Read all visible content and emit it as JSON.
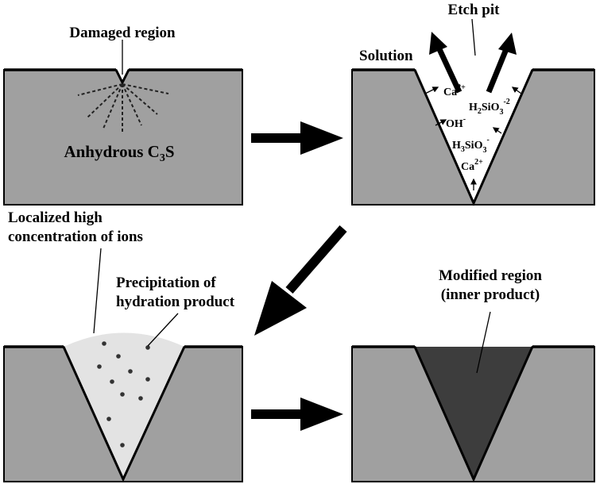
{
  "labels": {
    "damaged_region": "Damaged region",
    "anhydrous": {
      "prefix": "Anhydrous C",
      "sub1": "3",
      "suffix": "S"
    },
    "etch_pit": "Etch pit",
    "solution": "Solution",
    "localized_line1": "Localized high",
    "localized_line2": "concentration of ions",
    "precip_line1": "Precipitation of",
    "precip_line2": "hydration product",
    "modified_line1": "Modified region",
    "modified_line2": "(inner product)"
  },
  "ions": {
    "ca_top": {
      "base": "Ca",
      "sup": "2+"
    },
    "h2sio3": {
      "p1": "H",
      "s1": "2",
      "p2": "SiO",
      "s2": "3",
      "sup": "-2"
    },
    "oh": {
      "base": "OH",
      "sup": "-"
    },
    "h3sio3": {
      "p1": "H",
      "s1": "3",
      "p2": "SiO",
      "s2": "3",
      "sup": "-"
    },
    "ca_bottom": {
      "base": "Ca",
      "sup": "2+"
    }
  },
  "colors": {
    "substrate": "#a0a0a0",
    "pit_solution": "#ffffff",
    "ion_cloud": "#e3e3e3",
    "inner_product": "#3d3d3d",
    "outline": "#000000"
  }
}
